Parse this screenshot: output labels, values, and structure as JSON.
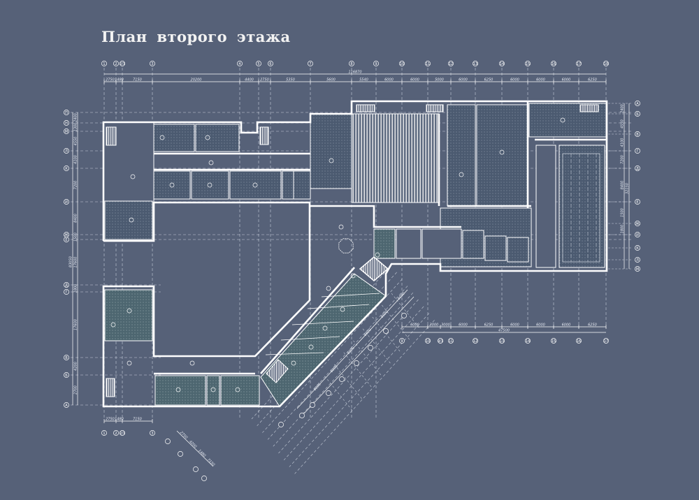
{
  "title": "План второго этажа",
  "colors": {
    "background": "#566178",
    "lines": "#ffffff",
    "room_fill": "#4b5a70",
    "room_fill_green": "#4d6670"
  },
  "axes": {
    "top": [
      "1",
      "2",
      "2/1",
      "3",
      "4",
      "5",
      "6",
      "7",
      "8",
      "9",
      "10",
      "11",
      "12",
      "13",
      "14",
      "15",
      "16",
      "17",
      "18"
    ],
    "left": [
      "П",
      "Н",
      "М",
      "Л",
      "К",
      "И",
      "Ж",
      "Е",
      "Д",
      "Г",
      "В",
      "Б",
      "А"
    ],
    "right": [
      "А",
      "Б",
      "В",
      "Г",
      "Д",
      "Е",
      "Ж",
      "И",
      "К",
      "Л",
      "М"
    ],
    "bottom_right": [
      "9",
      "10",
      "9/1",
      "11",
      "12",
      "13",
      "14",
      "15",
      "16",
      "17"
    ],
    "bottom_left": [
      "1",
      "2",
      "2/1",
      "3"
    ]
  },
  "dimensions": {
    "top": [
      "2750",
      "1480",
      "7150",
      "20200",
      "4400",
      "2750",
      "5350",
      "5600",
      "5540",
      "6000",
      "6000",
      "5000",
      "6000",
      "6250",
      "6000",
      "6000",
      "6000",
      "6250"
    ],
    "top_total": "116870",
    "bottom_right": [
      "6000",
      "3000",
      "3000",
      "6000",
      "6250",
      "6000",
      "6000",
      "6000",
      "6250"
    ],
    "bottom_right_total": "47500",
    "bottom_left": [
      "2750",
      "1480",
      "7150"
    ],
    "left": [
      "2400",
      "1300",
      "4550",
      "4100",
      "7200",
      "8400",
      "1500",
      "17600",
      "1800",
      "17600",
      "4200",
      "2700"
    ],
    "left_total": "83050",
    "right": [
      "2400",
      "4550",
      "4100",
      "7200",
      "8400",
      "1500",
      "1800"
    ],
    "right_total": "32150",
    "diagonal": [
      "6000",
      "6000",
      "6000",
      "6000",
      "6000",
      "6000",
      "2750",
      "4200",
      "1480",
      "7150"
    ]
  }
}
